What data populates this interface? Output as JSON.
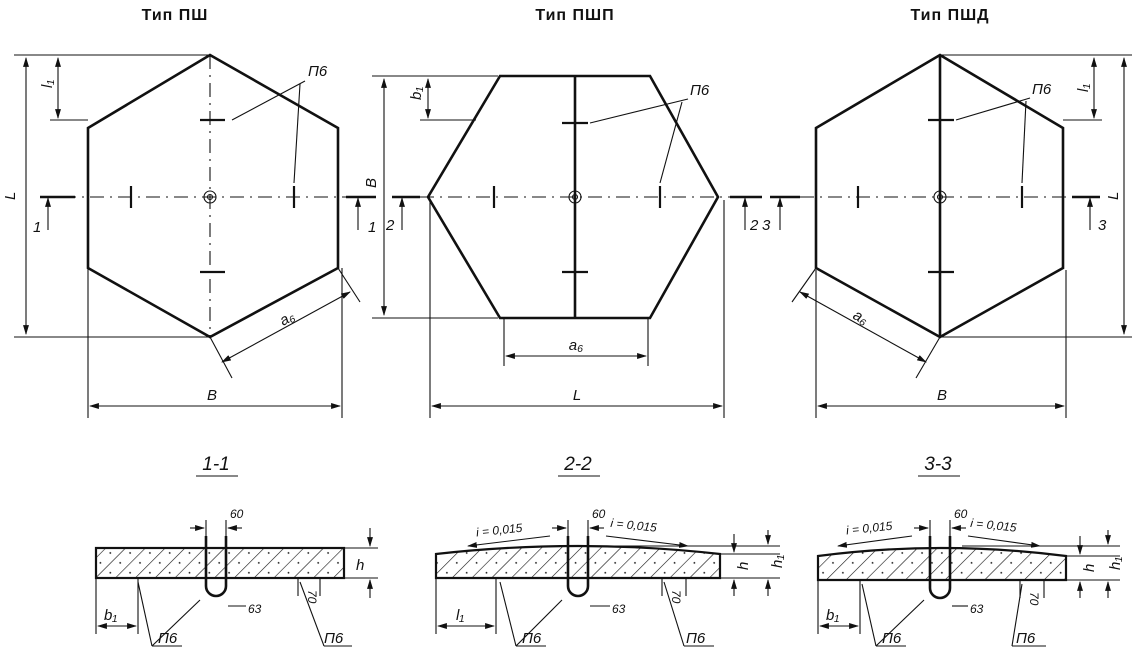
{
  "types": [
    {
      "title": "Тип ПШ"
    },
    {
      "title": "Тип ПШП"
    },
    {
      "title": "Тип ПШД"
    }
  ],
  "labels": {
    "L": "L",
    "B": "B",
    "l1": "l₁",
    "b1": "b₁",
    "a6": "a₆",
    "p6": "П6",
    "h": "h",
    "h1": "h₁",
    "cut1": "1",
    "cut2": "2",
    "cut3": "3",
    "dim60": "60",
    "dim63": "63",
    "dim70": "70",
    "slope": "i = 0,015"
  },
  "sections": [
    {
      "title": "1-1"
    },
    {
      "title": "2-2"
    },
    {
      "title": "3-3"
    }
  ]
}
